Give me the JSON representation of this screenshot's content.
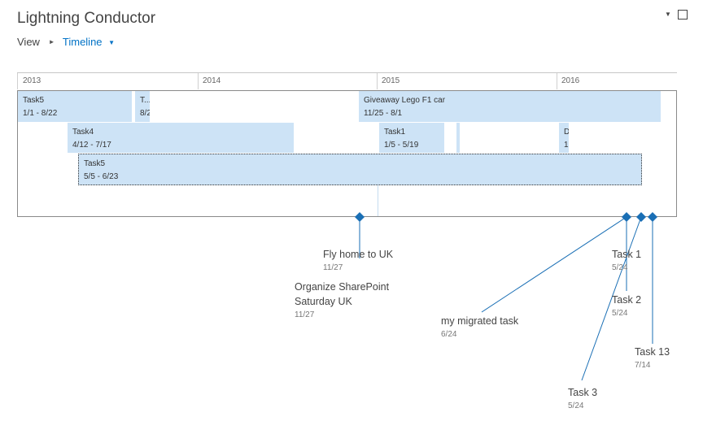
{
  "header": {
    "title": "Lightning Conductor",
    "view_label": "View",
    "timeline_label": "Timeline"
  },
  "years": [
    "2013",
    "2014",
    "2015",
    "2016"
  ],
  "bars": {
    "task5_top": {
      "name": "Task5",
      "dates": "1/1 - 8/22"
    },
    "t_partial": {
      "name": "T...",
      "dates": "8/2"
    },
    "giveaway": {
      "name": "Giveaway Lego F1 car",
      "dates": "11/25 - 8/1"
    },
    "task4": {
      "name": "Task4",
      "dates": "4/12 - 7/17"
    },
    "task1": {
      "name": "Task1",
      "dates": "1/5 - 5/19"
    },
    "d_partial": {
      "name": "D",
      "dates": "1"
    },
    "task5_sel": {
      "name": "Task5",
      "dates": "5/5 - 6/23"
    }
  },
  "milestones": {
    "fly_home": {
      "label": "Fly home to UK",
      "date": "11/27"
    },
    "organize": {
      "label1": "Organize SharePoint",
      "label2": "Saturday UK",
      "date": "11/27"
    },
    "migrated": {
      "label": "my migrated task",
      "date": "6/24"
    },
    "task1": {
      "label": "Task 1",
      "date": "5/24"
    },
    "task2": {
      "label": "Task 2",
      "date": "5/24"
    },
    "task13": {
      "label": "Task 13",
      "date": "7/14"
    },
    "task3": {
      "label": "Task 3",
      "date": "5/24"
    }
  },
  "colors": {
    "accent": "#0072c6",
    "bar": "#cde3f6",
    "milestone": "#1a6fb5"
  }
}
